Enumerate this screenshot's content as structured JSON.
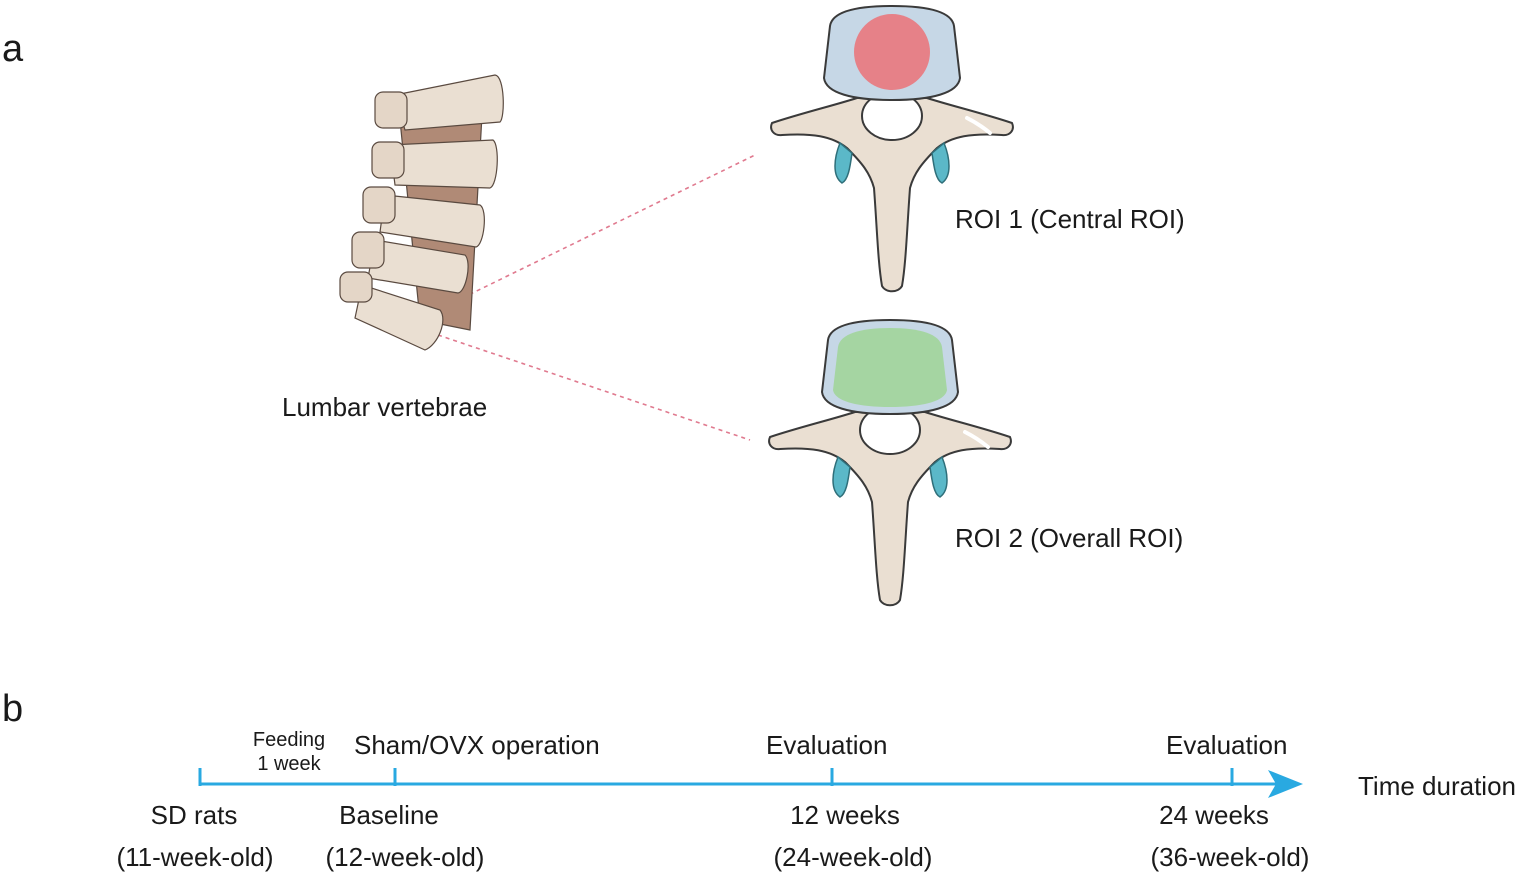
{
  "panel_a": {
    "letter": "a",
    "spine_label": "Lumbar vertebrae",
    "roi1_label": "ROI 1 (Central ROI)",
    "roi2_label": "ROI 2 (Overall ROI)",
    "colors": {
      "bone": "#eadfd2",
      "disc": "#b08a76",
      "cortex": "#c6d7e6",
      "roi_central": "#e68188",
      "roi_overall": "#a5d5a2",
      "foramen": "#5bb8c8",
      "guide_line": "#e07a8f"
    }
  },
  "panel_b": {
    "letter": "b",
    "axis_label": "Time duration",
    "axis_color": "#29a9e1",
    "events": [
      {
        "top": "",
        "bottom1": "SD rats",
        "bottom2": "(11-week-old)"
      },
      {
        "top": "Sham/OVX operation",
        "bottom1": "Baseline",
        "bottom2": "(12-week-old)"
      },
      {
        "top": "Evaluation",
        "bottom1": "12 weeks",
        "bottom2": "(24-week-old)"
      },
      {
        "top": "Evaluation",
        "bottom1": "24 weeks",
        "bottom2": "(36-week-old)"
      }
    ],
    "feeding_line1": "Feeding",
    "feeding_line2": "1 week"
  }
}
